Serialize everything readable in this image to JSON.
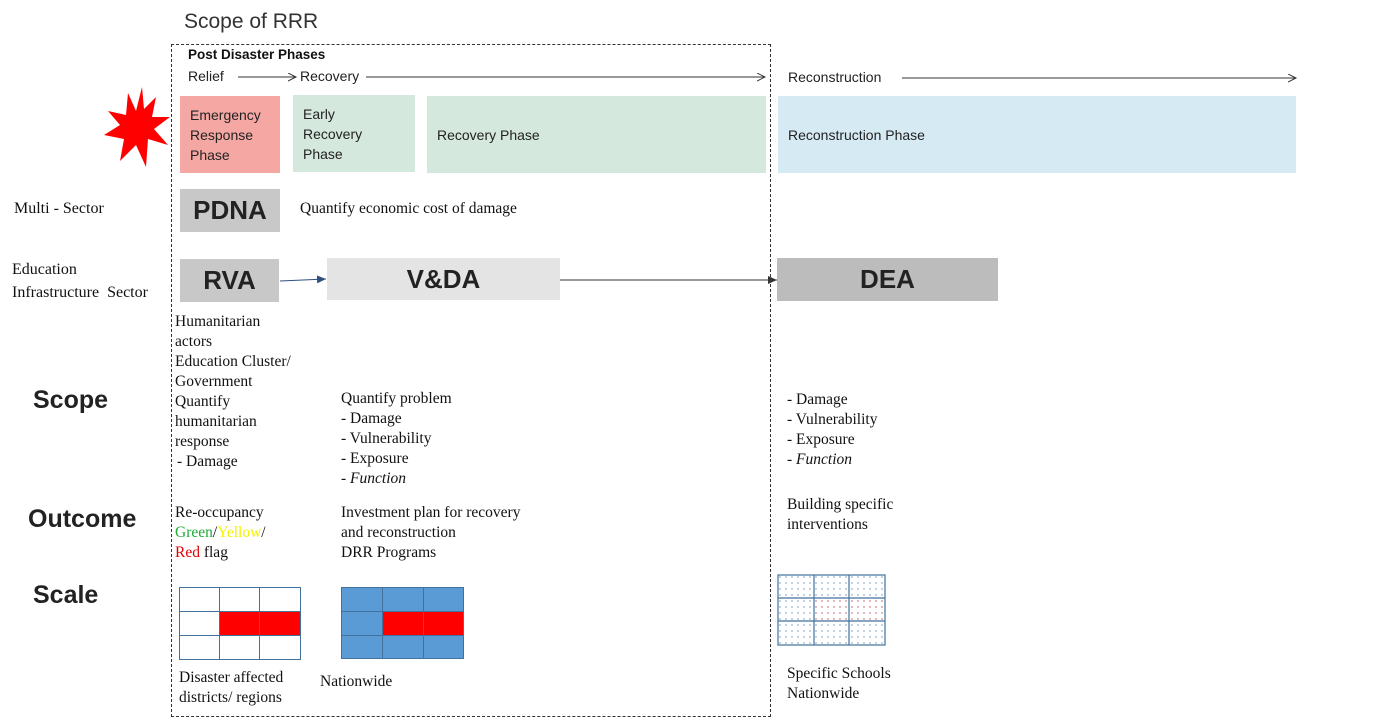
{
  "title": "Scope of RRR",
  "post_disaster": {
    "heading": "Post Disaster Phases",
    "relief": "Relief",
    "recovery": "Recovery",
    "reconstruction": "Reconstruction"
  },
  "phases": {
    "emergency": [
      "Emergency",
      "Response",
      "Phase"
    ],
    "early_recovery": [
      "Early",
      "Recovery",
      "Phase"
    ],
    "recovery": "Recovery Phase",
    "reconstruction": "Reconstruction Phase"
  },
  "rows": {
    "multi_sector": "Multi - Sector",
    "education_1": "Education",
    "education_2": "Infrastructure  Sector",
    "scope": "Scope",
    "outcome": "Outcome",
    "scale": "Scale"
  },
  "boxes": {
    "pdna": "PDNA",
    "pdna_desc": "Quantify economic cost of damage",
    "rva": "RVA",
    "vda": "V&DA",
    "dea": "DEA"
  },
  "rva": {
    "scope": [
      "Humanitarian",
      "actors",
      "Education Cluster/",
      "Government",
      "Quantify",
      "humanitarian",
      "response",
      "- Damage"
    ],
    "outcome_1": "Re-occupancy",
    "outcome_green": "Green",
    "outcome_slash1": "/",
    "outcome_yellow": "Yellow",
    "outcome_slash2": "/",
    "outcome_red": "Red",
    "outcome_flag": " flag",
    "scale": [
      "Disaster affected",
      "districts/ regions"
    ]
  },
  "vda": {
    "scope": [
      "Quantify problem",
      "- Damage",
      "- Vulnerability",
      "- Exposure"
    ],
    "scope_italic_prefix": "- ",
    "scope_italic": "Function",
    "outcome": [
      "Investment plan for recovery",
      "and reconstruction",
      "DRR Programs"
    ],
    "scale": "Nationwide"
  },
  "dea": {
    "scope": [
      "- Damage",
      "- Vulnerability",
      "- Exposure"
    ],
    "scope_italic_prefix": "- ",
    "scope_italic": "Function",
    "outcome": [
      "Building specific",
      "interventions"
    ],
    "scale": [
      "Specific Schools",
      "Nationwide"
    ]
  },
  "colors": {
    "emergency": "#f4a7a3",
    "early_recovery": "#d5e8dd",
    "reconstruction": "#d6eaf3",
    "pdna_box": "#c8c8c8",
    "rva_box": "#c8c8c8",
    "vda_box": "#e4e4e4",
    "dea_box": "#bcbcbc",
    "burst": "#ff0000",
    "grid_blue": "#5b9bd5",
    "grid_line": "#41719c",
    "grid_red": "#ff0000"
  },
  "icons": {
    "burst": "explosion-burst-icon"
  }
}
